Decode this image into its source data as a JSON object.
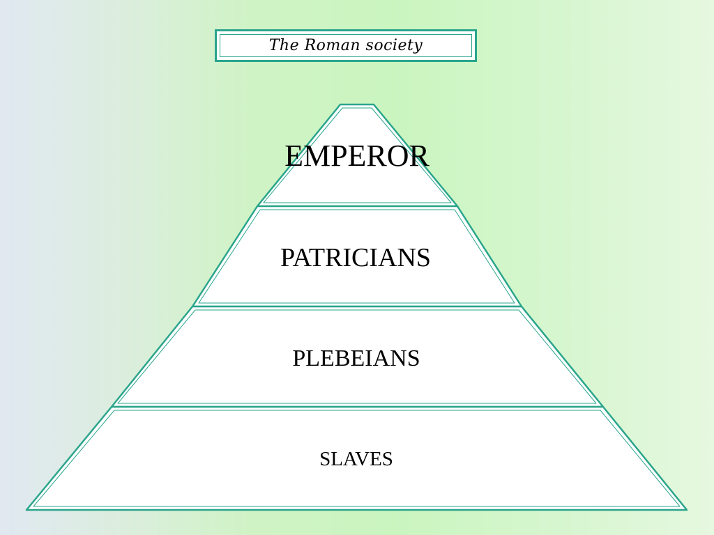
{
  "title": "The Roman society",
  "tiers": [
    {
      "label": "EMPEROR"
    },
    {
      "label": "PATRICIANS"
    },
    {
      "label": "PLEBEIANS"
    },
    {
      "label": "SLAVES"
    }
  ],
  "colors": {
    "outline": "#2aa58c",
    "fill": "#ffffff"
  }
}
